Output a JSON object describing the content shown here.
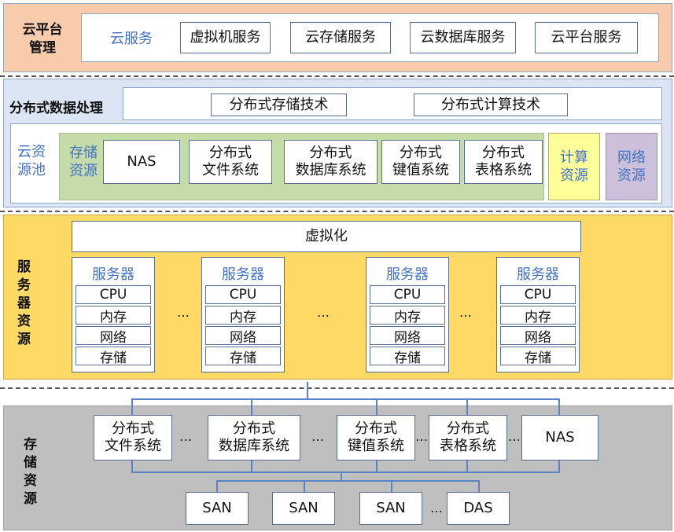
{
  "cloud_mgmt": {
    "title_line1": "云平台",
    "title_line2": "管理",
    "services_label": "云服务",
    "services": [
      "虚拟机服务",
      "云存储服务",
      "云数据库服务",
      "云平台服务"
    ]
  },
  "distributed": {
    "title": "分布式数据处理",
    "techs": [
      "分布式存储技术",
      "分布式计算技术"
    ],
    "pool_label_1": "云资",
    "pool_label_2": "源池",
    "storage_label_1": "存储",
    "storage_label_2": "资源",
    "storage_items": [
      {
        "l1": "NAS",
        "l2": ""
      },
      {
        "l1": "分布式",
        "l2": "文件系统"
      },
      {
        "l1": "分布式",
        "l2": "数据库系统"
      },
      {
        "l1": "分布式",
        "l2": "键值系统"
      },
      {
        "l1": "分布式",
        "l2": "表格系统"
      }
    ],
    "compute_1": "计算",
    "compute_2": "资源",
    "network_1": "网络",
    "network_2": "资源"
  },
  "server": {
    "title": "服务器资源",
    "virtualization": "虚拟化",
    "server_label": "服务器",
    "components": [
      "CPU",
      "内存",
      "网络",
      "存储"
    ],
    "ellipsis": "…"
  },
  "storage": {
    "title": "存储资源",
    "systems": [
      {
        "l1": "分布式",
        "l2": "文件系统"
      },
      {
        "l1": "分布式",
        "l2": "数据库系统"
      },
      {
        "l1": "分布式",
        "l2": "键值系统"
      },
      {
        "l1": "分布式",
        "l2": "表格系统"
      },
      {
        "l1": "NAS",
        "l2": ""
      }
    ],
    "devices": [
      "SAN",
      "SAN",
      "SAN",
      "DAS"
    ],
    "ellipsis": "…"
  }
}
